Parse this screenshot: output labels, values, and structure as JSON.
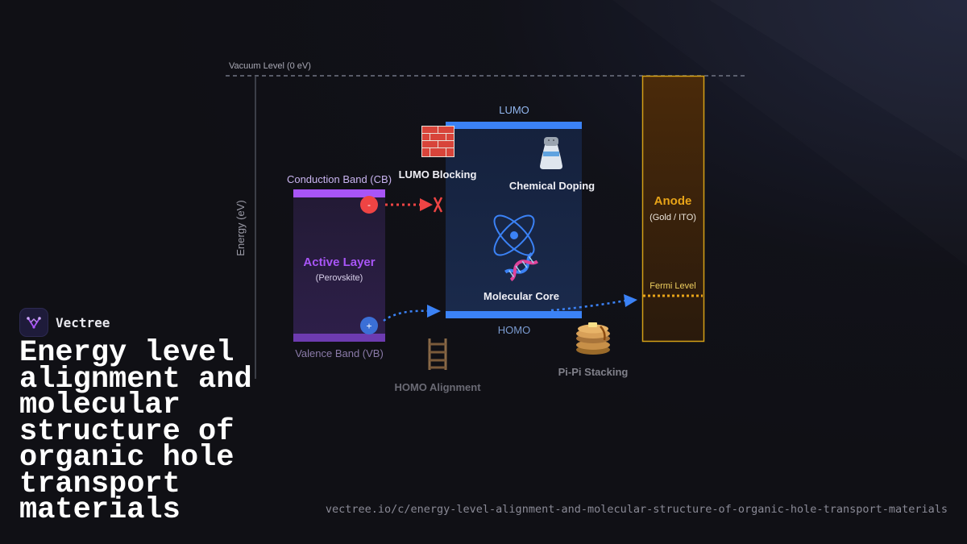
{
  "brand": {
    "name": "Vectree",
    "logo_icon": "vectree-logo-icon"
  },
  "title": "Energy level alignment and molecular structure of organic hole transport materials",
  "url": "vectree.io/c/energy-level-alignment-and-molecular-structure-of-organic-hole-transport-materials",
  "diagram": {
    "vacuum_label": "Vacuum Level (0 eV)",
    "axis_label": "Energy (eV)",
    "active_layer": {
      "cb_label": "Conduction Band (CB)",
      "vb_label": "Valence Band (VB)",
      "name": "Active Layer",
      "sub": "(Perovskite)",
      "electron": "-",
      "hole": "+"
    },
    "htm": {
      "lumo_label": "LUMO",
      "homo_label": "HOMO",
      "core_label": "Molecular Core",
      "doping_label": "Chemical Doping",
      "blocking_label": "LUMO Blocking"
    },
    "anode": {
      "name": "Anode",
      "sub": "(Gold / ITO)",
      "fermi_label": "Fermi Level"
    },
    "homo_alignment_label": "HOMO Alignment",
    "pi_stacking_label": "Pi-Pi Stacking",
    "icons": [
      "brick-wall-icon",
      "salt-shaker-icon",
      "atom-icon",
      "dna-icon",
      "ladder-icon",
      "pancakes-icon",
      "block-x-icon"
    ]
  },
  "colors": {
    "background": "#101015",
    "active_band": "#a855f7",
    "htm_band": "#3b82f6",
    "anode_border": "#d4a017",
    "electron": "#ef4444",
    "hole": "#3b6fd6"
  }
}
